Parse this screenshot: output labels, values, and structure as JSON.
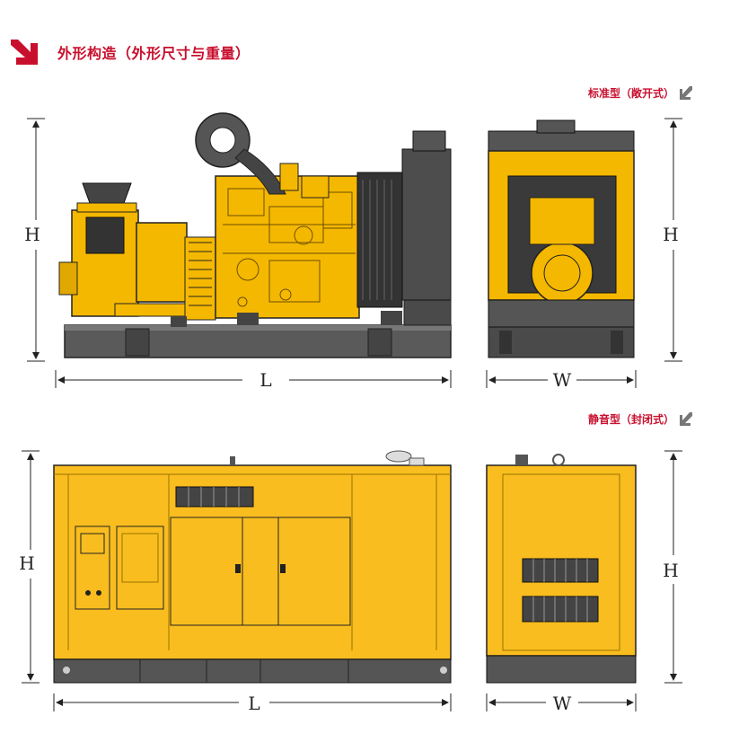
{
  "header": {
    "title": "外形构造（外形尺寸与重量）"
  },
  "captions": {
    "open_type": "标准型（敞开式）",
    "silent_type": "静音型（封闭式）"
  },
  "dimensions": {
    "height": "H",
    "length": "L",
    "width": "W"
  },
  "colors": {
    "accent_red": "#c8102e",
    "engine_yellow": "#f5b800",
    "canopy_yellow": "#f9bd1f",
    "base_gray": "#555555"
  },
  "icons": [
    "down-right-arrow-logo",
    "down-left-arrow-icon"
  ]
}
